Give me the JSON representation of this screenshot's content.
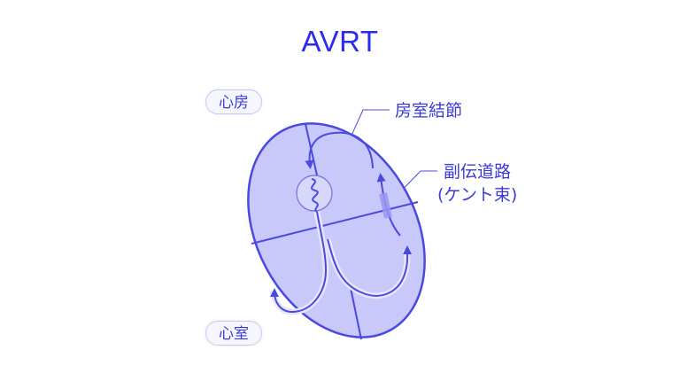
{
  "title": "AVRT",
  "labels": {
    "atrium": "心房",
    "ventricle": "心室",
    "av_node": "房室結節",
    "accessory_pathway_line1": "副伝道路",
    "accessory_pathway_line2": "(ケント束)"
  },
  "colors": {
    "title": "#2a2af0",
    "stroke": "#4a4ae0",
    "fill": "#c8c8fa",
    "label_text": "#3a3ad8"
  }
}
